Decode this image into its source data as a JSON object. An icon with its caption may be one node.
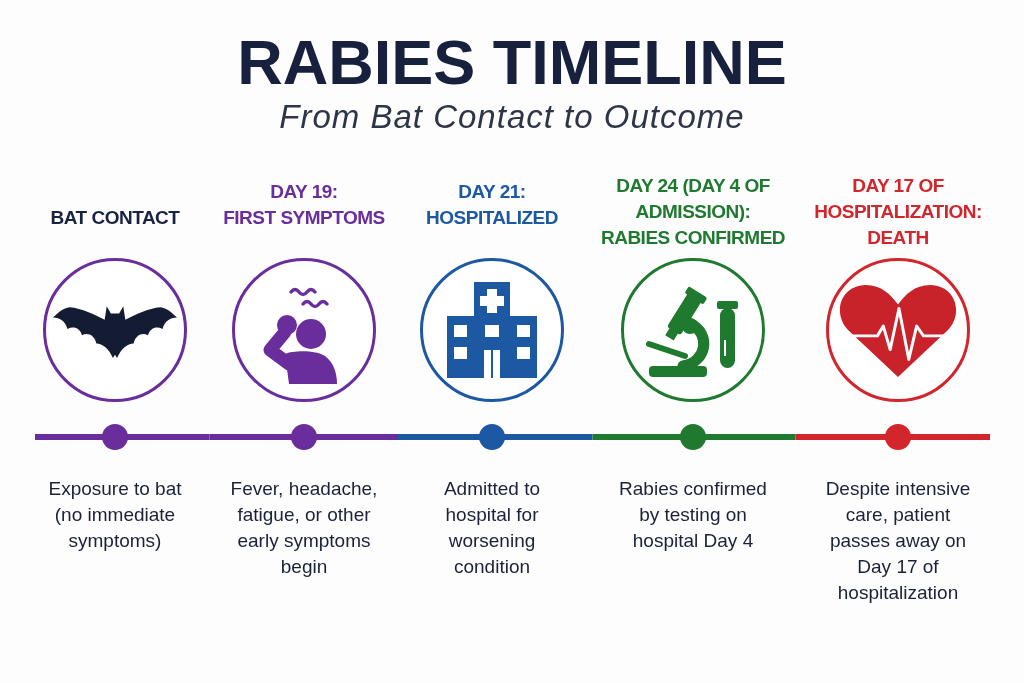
{
  "diagram": {
    "title": "RABIES TIMELINE",
    "nodes": [
      {
        "text": [
          "BAT CONTACT"
        ]
      },
      {
        "text": [
          "DAY 19:",
          "FIRST SYMPTOMS"
        ]
      },
      {
        "text": [
          "DAY 21:",
          "HOSPITALIZED"
        ]
      },
      {
        "text": [
          "DAY 24 (DAY 4 OF ADMISSION):",
          "RABIES CONFIRMED"
        ]
      },
      {
        "text": [
          "DAY 17 OF HOSPITALIZATION:",
          "DEATH"
        ]
      }
    ],
    "labels": [
      "From Bat Contact to Outcome",
      "Exposure to bat (no immediate symptoms)",
      "Fever, headache, fatigue, or other early symptoms begin",
      "Admitted to hospital for worsening condition",
      "Rabies confirmed by testing on hospital Day 4",
      "Despite intensive care, patient passes away on Day 17 of hospitalization"
    ]
  }
}
